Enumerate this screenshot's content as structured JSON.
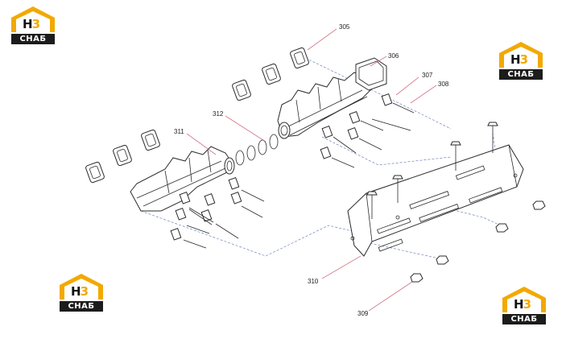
{
  "logo": {
    "letters": "H",
    "number": "3",
    "brand": "СНАБ",
    "accent_color": "#f2a900",
    "dark_color": "#1c1c1c"
  },
  "callouts": [
    {
      "id": "305",
      "label": "305"
    },
    {
      "id": "306",
      "label": "306"
    },
    {
      "id": "307",
      "label": "307"
    },
    {
      "id": "308",
      "label": "308"
    },
    {
      "id": "312",
      "label": "312"
    },
    {
      "id": "311",
      "label": "311"
    },
    {
      "id": "310",
      "label": "310"
    },
    {
      "id": "309",
      "label": "309"
    }
  ],
  "colors": {
    "leader": "#c0405a",
    "dashed_axis": "#5a6fb0",
    "line": "#2b2b2b"
  }
}
